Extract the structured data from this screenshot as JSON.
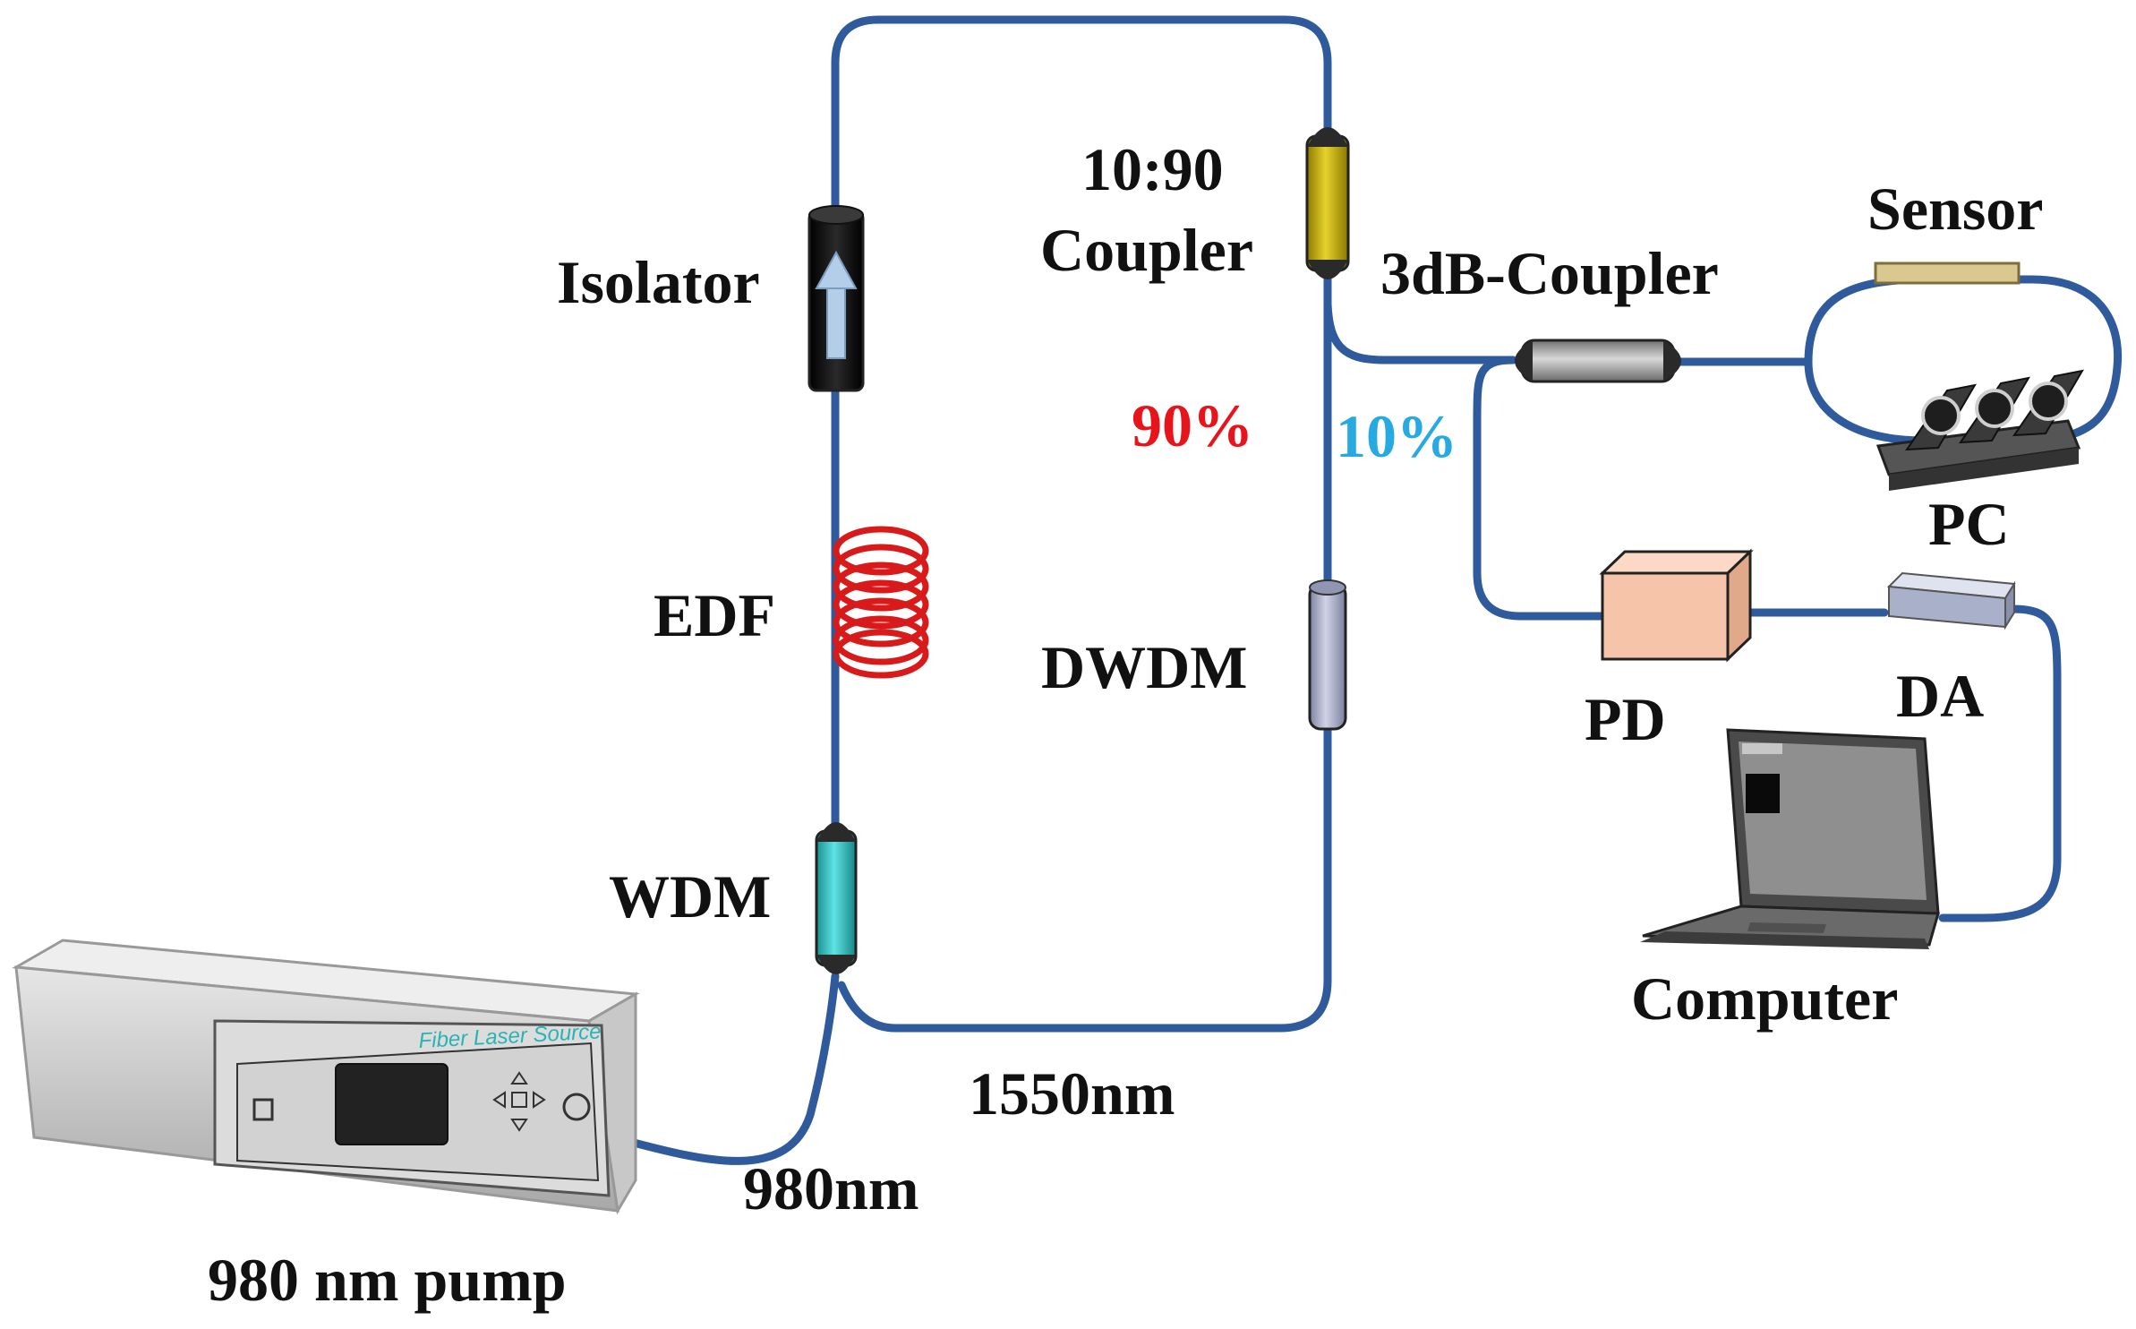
{
  "labels": {
    "isolator": "Isolator",
    "edf": "EDF",
    "wdm": "WDM",
    "coupler_ratio": "10:90",
    "coupler": "Coupler",
    "dwdm": "DWDM",
    "pct_90": "90%",
    "pct_10": "10%",
    "coupler_3db": "3dB-Coupler",
    "sensor": "Sensor",
    "pc": "PC",
    "pd": "PD",
    "da": "DA",
    "computer": "Computer",
    "wavelength_1550": "1550nm",
    "wavelength_980": "980nm",
    "pump": "980 nm pump",
    "pump_brand": "Fiber Laser Source"
  },
  "colors": {
    "fiber": "#2f5a9c",
    "pct_90": "#e8141c",
    "pct_10": "#27a9e1",
    "edf_coil": "#d91a1a",
    "wdm_body": "#2ec4c4",
    "coupler_body": "#c9b200",
    "dwdm_body": "#a9adc6",
    "pd_body": "#f6c4a8"
  }
}
